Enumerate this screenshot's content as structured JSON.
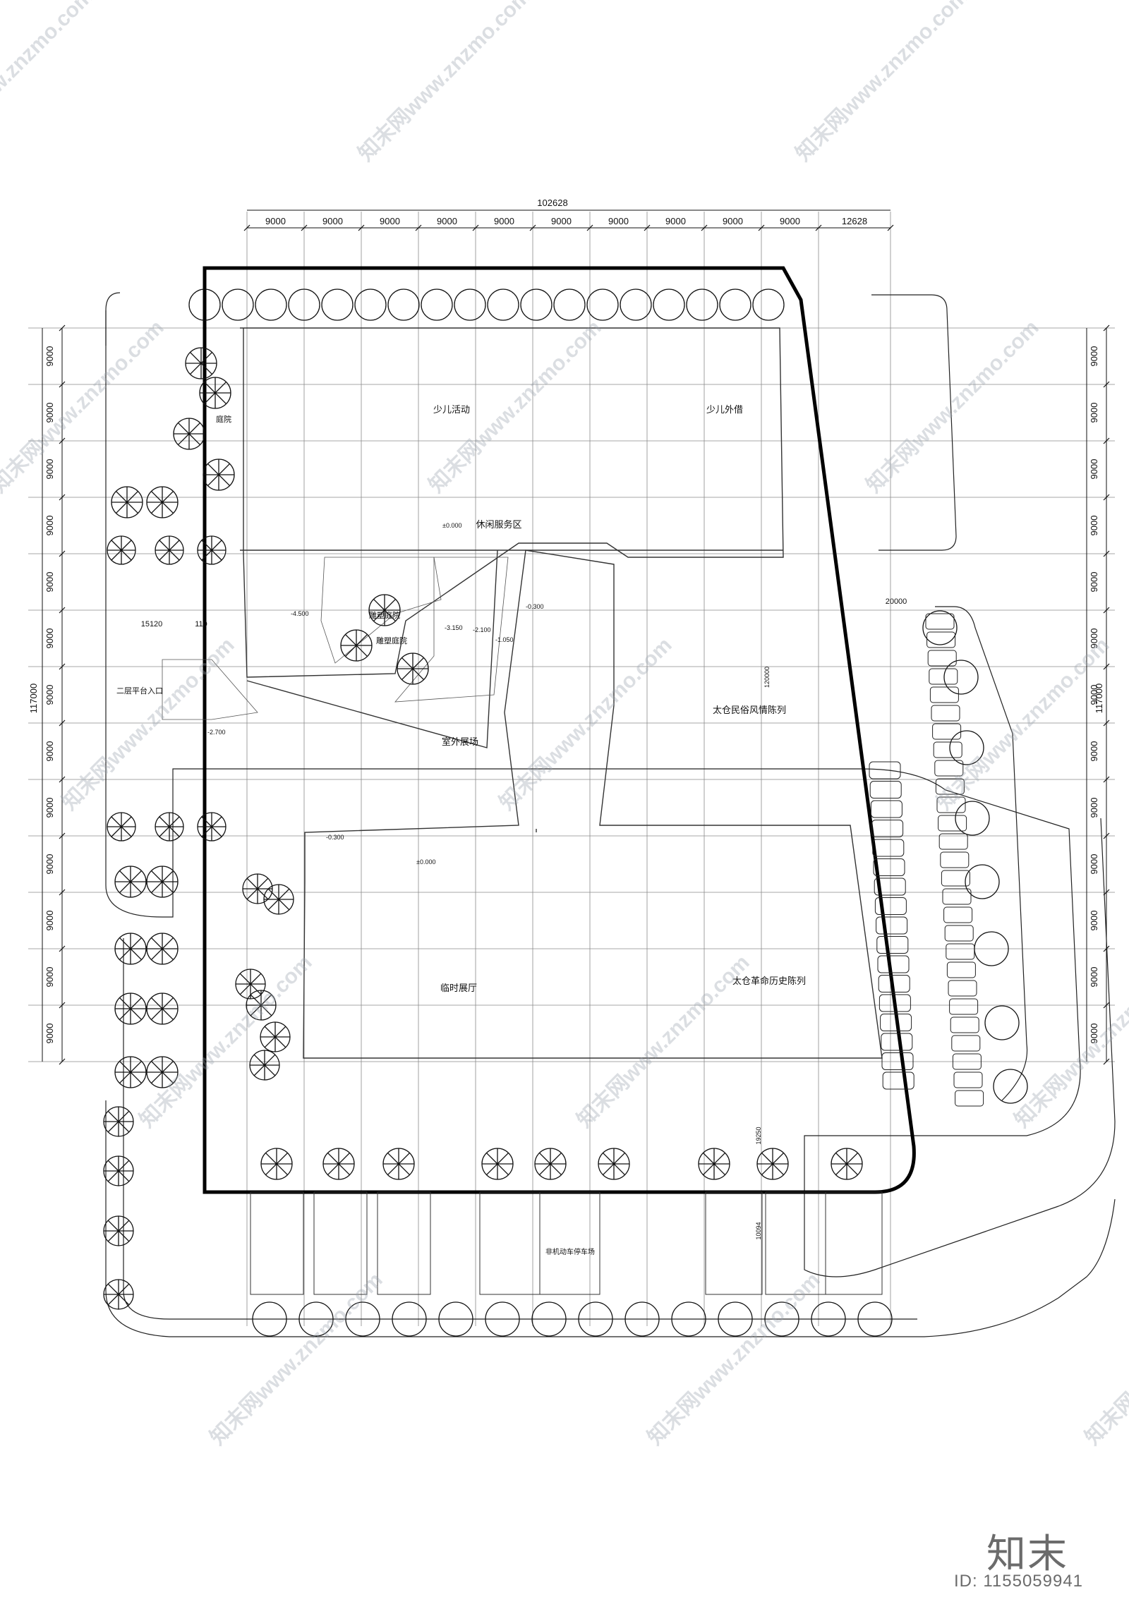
{
  "dimensions": {
    "top_total": "102628",
    "top_segments": [
      "9000",
      "9000",
      "9000",
      "9000",
      "9000",
      "9000",
      "9000",
      "9000",
      "9000",
      "9000",
      "12628"
    ],
    "side_total": "117000",
    "side_segments": [
      "9000",
      "9000",
      "9000",
      "9000",
      "9000",
      "9000",
      "9000",
      "9000",
      "9000",
      "9000",
      "9000",
      "9000",
      "9000"
    ],
    "dim_15120": "15120",
    "dim_110": "110",
    "dim_20000": "20000",
    "dim_120000": "120000",
    "dim_19250": "19250",
    "dim_10094": "10094"
  },
  "rooms": {
    "children_activity": "少儿活动",
    "children_lending": "少儿外借",
    "leisure_service": "休闲服务区",
    "sculpture_court_a": "雕塑庭院",
    "sculpture_court_b": "雕塑庭院",
    "courtyard": "庭院",
    "second_floor_entrance": "二层平台入口",
    "outdoor_exhibition": "室外展场",
    "folk_exhibition": "太仓民俗风情陈列",
    "temporary_hall": "临时展厅",
    "revolution_exhibition": "太仓革命历史陈列",
    "bike_parking": "非机动车停车场"
  },
  "levels": {
    "l_0000_a": "±0.000",
    "l_m0300_a": "-0.300",
    "l_m4500": "-4.500",
    "l_m3150": "-3.150",
    "l_m2100": "-2.100",
    "l_m1050": "-1.050",
    "l_m2700": "-2.700",
    "l_m0300_b": "-0.300",
    "l_0000_b": "±0.000"
  },
  "watermark": {
    "text": "知末网www.znzmo.com",
    "brand": "知末",
    "id": "ID: 1155059941"
  }
}
